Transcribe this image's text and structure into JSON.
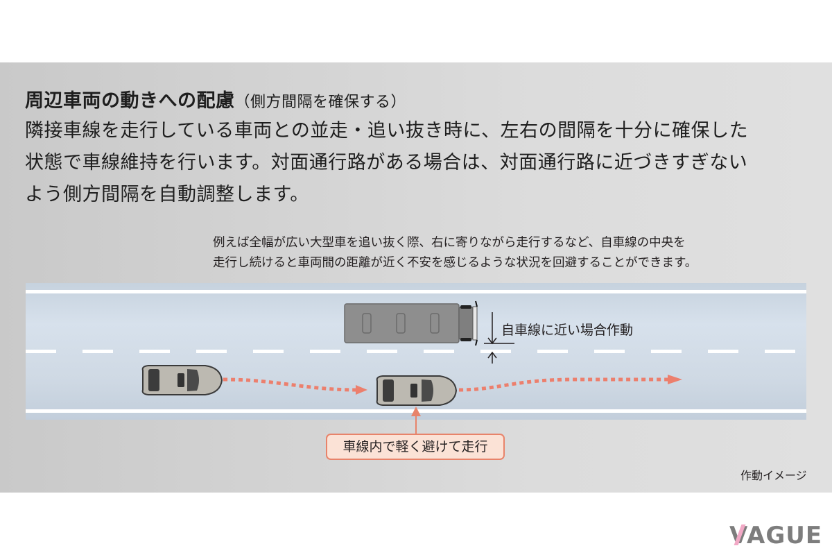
{
  "header": {
    "title_main": "周辺車両の動きへの配慮",
    "title_sub": "（側方間隔を確保する）"
  },
  "description": {
    "lines": [
      "隣接車線を走行している車両との並走・追い抜き時に、左右の間隔を十分に確保した",
      "状態で車線維持を行います。対面通行路がある場合は、対面通行路に近づきすぎない",
      "よう側方間隔を自動調整します。"
    ]
  },
  "note": {
    "lines": [
      "例えば全幅が広い大型車を追い抜く際、右に寄りながら走行するなど、自車線の中央を",
      "走行し続けると車両間の距離が近く不安を感じるような状況を回避することができます。"
    ]
  },
  "diagram": {
    "label_near_lane": "自車線に近い場合作動",
    "callout": "車線内で軽く避けて走行",
    "caption": "作動イメージ",
    "colors": {
      "road": "#d3dde8",
      "lane_marking": "#ffffff",
      "path_arrow": "#ec7f6d",
      "callout_border": "#e8836a",
      "callout_fill": "#fbe2d6",
      "truck": "#8f8f8f",
      "car": "#b9b6ad"
    },
    "icons": [
      "truck-icon",
      "car-icon",
      "car-icon",
      "dotted-path-arrow",
      "dimension-arrow-icon"
    ]
  },
  "branding": {
    "logo": "VAGUE",
    "logo_accent": "#f2a9c6"
  }
}
